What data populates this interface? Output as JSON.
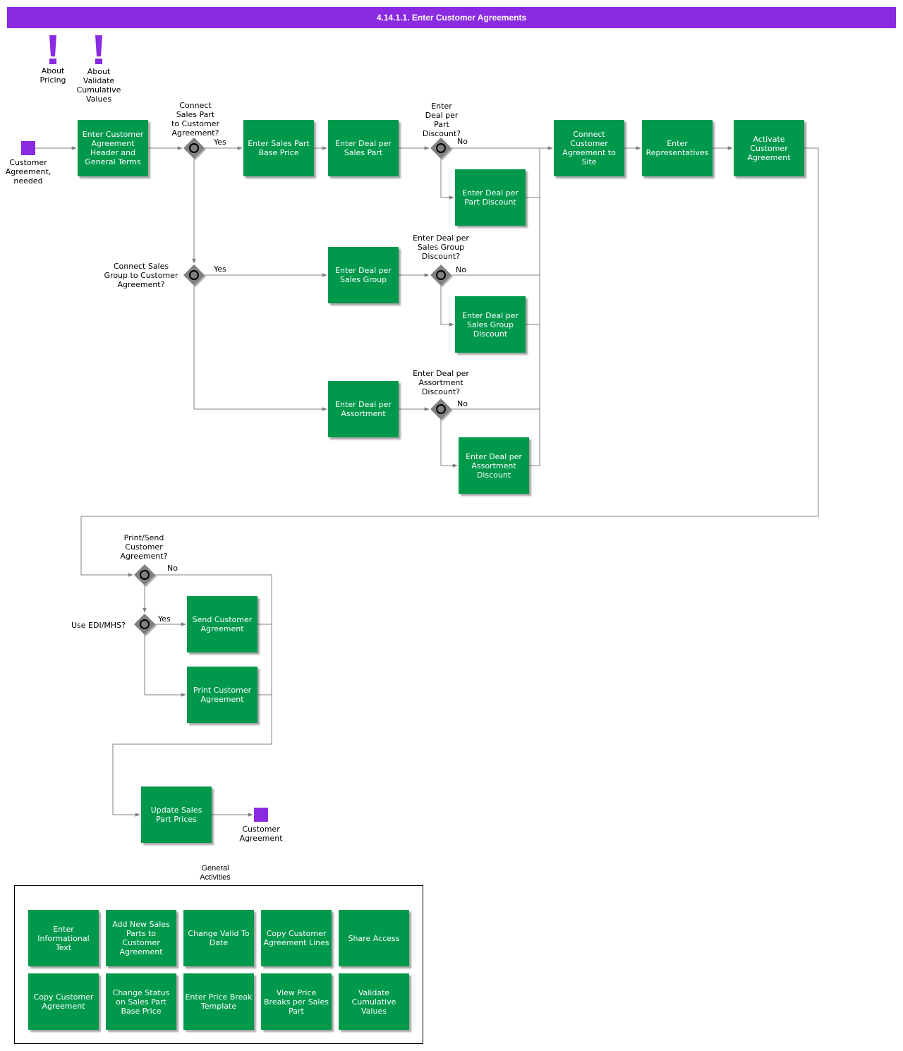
{
  "title": "4.14.1.1. Enter Customer Agreements",
  "colors": {
    "title_bar": "#8a2be2",
    "task": "#00994c",
    "event": "#8a2be2",
    "gateway": "#808080",
    "line": "#808080"
  },
  "notes": {
    "about_pricing": "About\nPricing",
    "about_validate": "About\nValidate\nCumulative\nValues"
  },
  "events": {
    "start": "Customer\nAgreement,\nneeded",
    "end": "Customer\nAgreement"
  },
  "tasks": {
    "t1": "Enter Customer Agreement Header and General Terms",
    "t2": "Enter Sales Part Base Price",
    "t3": "Enter Deal per Sales Part",
    "t4": "Enter Deal per Part Discount",
    "t5": "Connect Customer Agreement to Site",
    "t6": "Enter Representatives",
    "t7": "Activate Customer Agreement",
    "t8": "Enter Deal per Sales Group",
    "t9": "Enter Deal per Sales Group Discount",
    "t10": "Enter Deal per Assortment",
    "t11": "Enter Deal per Assortment Discount",
    "t12": "Send Customer Agreement",
    "t13": "Print Customer Agreement",
    "t14": "Update Sales Part Prices"
  },
  "gateways": {
    "g1": "Connect\nSales Part\nto Customer\nAgreement?",
    "g2": "Enter\nDeal per\nPart\nDiscount?",
    "g3": "Connect Sales\nGroup to Customer\nAgreement?",
    "g4": "Enter Deal per\nSales Group\nDiscount?",
    "g5": "Enter Deal per\nAssortment\nDiscount?",
    "g6": "Print/Send\nCustomer\nAgreement?",
    "g7": "Use EDI/MHS?"
  },
  "flow_labels": {
    "yes": "Yes",
    "no": "No"
  },
  "general": {
    "title": "General\nActivities",
    "items": [
      "Enter Informational Text",
      "Add New Sales Parts to Customer Agreement",
      "Change Valid To Date",
      "Copy Customer Agreement Lines",
      "Share Access",
      "Copy Customer Agreement",
      "Change Status on Sales Part Base Price",
      "Enter Price Break Template",
      "View Price Breaks per Sales Part",
      "Validate Cumulative Values"
    ]
  }
}
